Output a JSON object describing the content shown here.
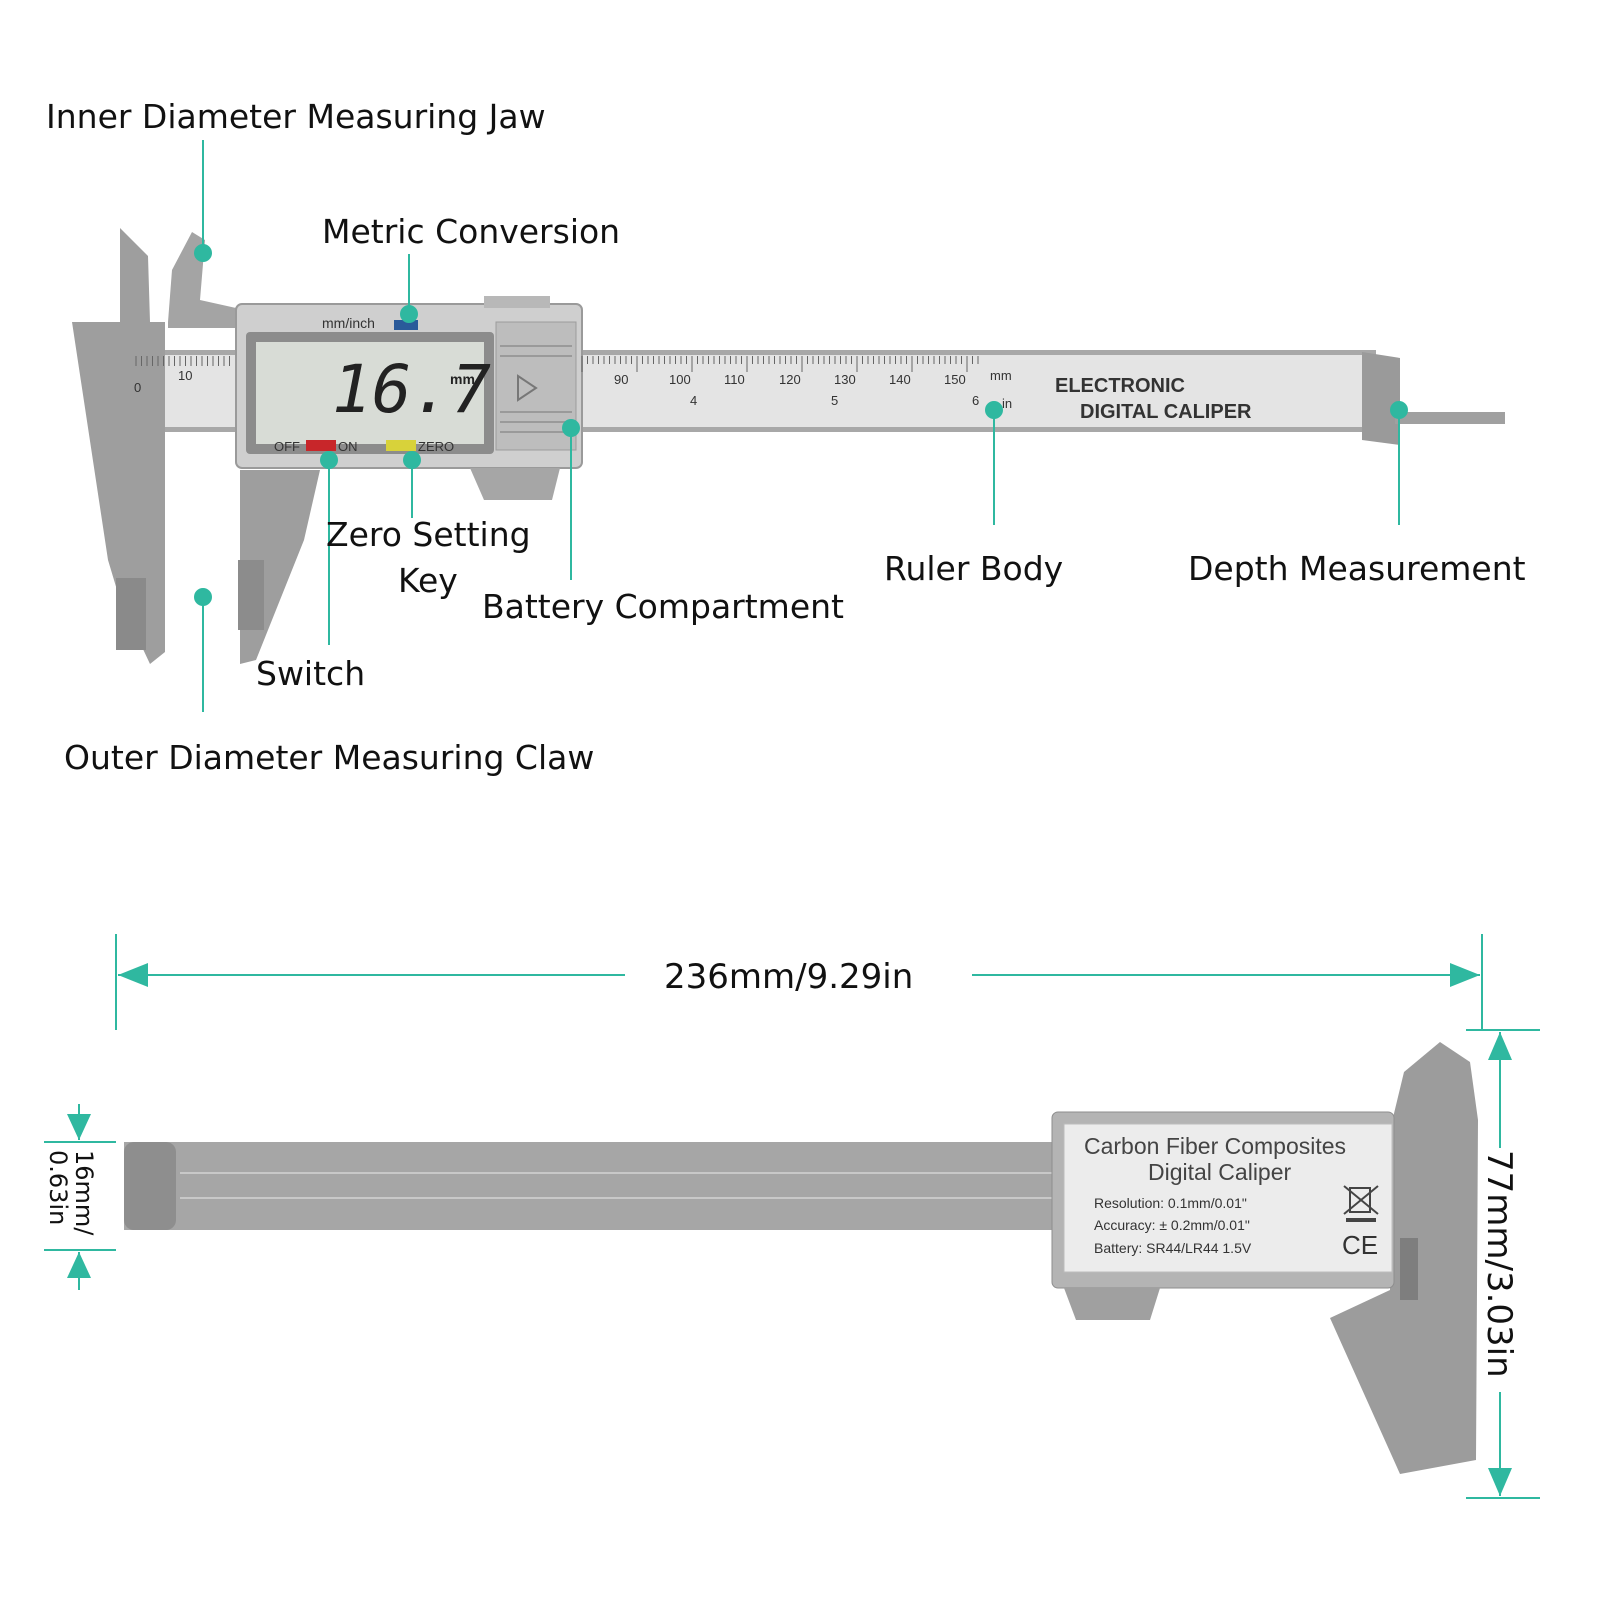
{
  "callouts": {
    "inner_jaw": "Inner Diameter Measuring Jaw",
    "metric_conversion": "Metric Conversion",
    "zero_setting_line1": "Zero Setting",
    "zero_setting_line2": "Key",
    "battery": "Battery Compartment",
    "ruler_body": "Ruler Body",
    "depth": "Depth Measurement",
    "switch": "Switch",
    "outer_claw": "Outer Diameter Measuring Claw"
  },
  "display": {
    "reading": "16.7",
    "unit": "mm",
    "mode_label": "mm/inch",
    "off_label": "OFF",
    "on_label": "ON",
    "zero_label": "ZERO"
  },
  "ruler": {
    "brand_line1": "ELECTRONIC",
    "brand_line2": "DIGITAL CALIPER",
    "mm_label": "mm",
    "in_label": "in",
    "mm_ticks": [
      "90",
      "100",
      "110",
      "120",
      "130",
      "140",
      "150"
    ],
    "in_ticks": [
      "4",
      "5",
      "6"
    ],
    "left_ticks": [
      "0",
      "10"
    ]
  },
  "plate": {
    "title_line1": "Carbon Fiber Composites",
    "title_line2": "Digital  Caliper",
    "resolution": "Resolution: 0.1mm/0.01\"",
    "accuracy": "Accuracy: ± 0.2mm/0.01\"",
    "battery": "Battery: SR44/LR44  1.5V",
    "ce_mark": "CE"
  },
  "dimensions": {
    "length": "236mm/9.29in",
    "height": "77mm/3.03in",
    "thickness_line1": "16mm/",
    "thickness_line2": "0.63in"
  },
  "colors": {
    "accent": "#2fb8a0",
    "body_gray": "#9c9c9c",
    "ruler_silver": "#e6e6e6",
    "lcd": "#d8dcd6",
    "off_red": "#c8262a",
    "zero_yellow": "#d8d23a",
    "mode_blue": "#2a5a9a"
  }
}
